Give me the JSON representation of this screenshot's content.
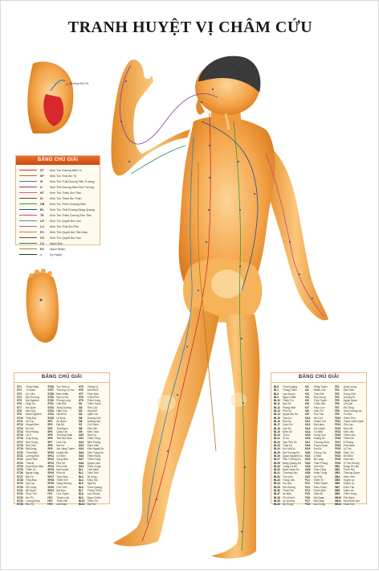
{
  "title": "TRANH HUYỆT VỊ CHÂM CỨU",
  "legend_top": {
    "heading": "BẢNG CHÚ GIẢI",
    "meridians": [
      {
        "code": "ST",
        "name": "Kinh Túc Dương Minh Vị",
        "color": "#d6282e"
      },
      {
        "code": "SP",
        "name": "Kinh Túc Thái Âm Tỳ",
        "color": "#b8741a"
      },
      {
        "code": "SI",
        "name": "Kinh Thủ Thái Dương Tiểu Trường",
        "color": "#2f7fb8"
      },
      {
        "code": "LI",
        "name": "Kinh Thủ Dương Minh Đại Trường",
        "color": "#7e3f98"
      },
      {
        "code": "HT",
        "name": "Kinh Thủ Thiếu Âm Tâm",
        "color": "#e05a8a"
      },
      {
        "code": "KI",
        "name": "Kinh Túc Thiếu Âm Thận",
        "color": "#6b4c2a"
      },
      {
        "code": "GB",
        "name": "Kinh Túc Thiếu Dương Đởm",
        "color": "#3a9a3a"
      },
      {
        "code": "BL",
        "name": "Kinh Túc Thái Dương Bàng Quang",
        "color": "#1f4fa0"
      },
      {
        "code": "TE",
        "name": "Kinh Thủ Thiếu Dương Tam Tiêu",
        "color": "#c24a8a"
      },
      {
        "code": "LR",
        "name": "Kinh Túc Quyết Âm Can",
        "color": "#4a9a8a"
      },
      {
        "code": "LU",
        "name": "Kinh Thủ Thái Âm Phế",
        "color": "#8a6ac0"
      },
      {
        "code": "PC",
        "name": "Kinh Thủ Quyết Âm Tâm Bào",
        "color": "#d07a30"
      },
      {
        "code": "GV",
        "name": "Kinh Túc Quyết Âm Can",
        "color": "#555555"
      },
      {
        "code": "CV",
        "name": "Mạch Đốc",
        "color": "#2a8a5a"
      },
      {
        "code": "EX",
        "name": "Mạch Nhâm",
        "color": "#8a8a2a"
      },
      {
        "code": "●",
        "name": "Kỳ Huyệt",
        "color": "#333333"
      }
    ]
  },
  "legend_left": {
    "heading": "BẢNG CHÚ GIẢI",
    "columns": [
      [
        {
          "code": "ST1",
          "name": "Thừa Khấp"
        },
        {
          "code": "ST2",
          "name": "Tứ Bạch"
        },
        {
          "code": "ST3",
          "name": "Cự Liêu"
        },
        {
          "code": "ST4",
          "name": "Địa Thương"
        },
        {
          "code": "ST5",
          "name": "Đại Nghênh"
        },
        {
          "code": "ST6",
          "name": "Giáp Xa"
        },
        {
          "code": "ST7",
          "name": "Hạ Quan"
        },
        {
          "code": "ST8",
          "name": "Đầu Duy"
        },
        {
          "code": "ST9",
          "name": "Nhân Nghênh"
        },
        {
          "code": "ST10",
          "name": "Thủy Đột"
        },
        {
          "code": "ST11",
          "name": "Khí Xá"
        },
        {
          "code": "ST12",
          "name": "Khuyết Bồn"
        },
        {
          "code": "ST13",
          "name": "Khí Hộ"
        },
        {
          "code": "ST14",
          "name": "Khố Phòng"
        },
        {
          "code": "ST15",
          "name": "Ốc Ế"
        },
        {
          "code": "ST16",
          "name": "Ưng Song"
        },
        {
          "code": "ST17",
          "name": "Nhũ Trung"
        },
        {
          "code": "ST18",
          "name": "Nhũ Căn"
        },
        {
          "code": "ST19",
          "name": "Bất Dung"
        },
        {
          "code": "ST20",
          "name": "Thừa Mãn"
        },
        {
          "code": "ST21",
          "name": "Lương Môn"
        },
        {
          "code": "ST22",
          "name": "Quan Môn"
        },
        {
          "code": "ST23",
          "name": "Thái Ất"
        },
        {
          "code": "ST24",
          "name": "Hoạt Nhục Môn"
        },
        {
          "code": "ST25",
          "name": "Thiên Xu"
        },
        {
          "code": "ST26",
          "name": "Ngoại Lăng"
        },
        {
          "code": "ST27",
          "name": "Đại Cự"
        },
        {
          "code": "ST28",
          "name": "Thủy Đạo"
        },
        {
          "code": "ST29",
          "name": "Quy Lai"
        },
        {
          "code": "ST30",
          "name": "Khí Xung"
        },
        {
          "code": "ST31",
          "name": "Bễ Quan"
        },
        {
          "code": "ST32",
          "name": "Phục Thố"
        },
        {
          "code": "ST33",
          "name": "Âm Thị"
        },
        {
          "code": "ST34",
          "name": "Lương Khâu"
        },
        {
          "code": "ST35",
          "name": "Độc Tỵ"
        }
      ],
      [
        {
          "code": "ST36",
          "name": "Túc Tam Lý"
        },
        {
          "code": "ST37",
          "name": "Thượng Cự Hư"
        },
        {
          "code": "ST38",
          "name": "Điều Khẩu"
        },
        {
          "code": "ST39",
          "name": "Hạ Cự Hư"
        },
        {
          "code": "ST40",
          "name": "Phong Long"
        },
        {
          "code": "ST41",
          "name": "Giải Khê"
        },
        {
          "code": "ST42",
          "name": "Xung Dương"
        },
        {
          "code": "ST43",
          "name": "Hãm Cốc"
        },
        {
          "code": "ST44",
          "name": "Nội Đình"
        },
        {
          "code": "ST45",
          "name": "Lệ Đoài"
        },
        {
          "code": "SP1",
          "name": "Ẩn Bạch"
        },
        {
          "code": "SP2",
          "name": "Đại Đô"
        },
        {
          "code": "SP3",
          "name": "Thái Bạch"
        },
        {
          "code": "SP4",
          "name": "Công Tôn"
        },
        {
          "code": "SP5",
          "name": "Thương Khâu"
        },
        {
          "code": "SP6",
          "name": "Tam Âm Giao"
        },
        {
          "code": "SP7",
          "name": "Lậu Cốc"
        },
        {
          "code": "SP8",
          "name": "Địa Cơ"
        },
        {
          "code": "SP9",
          "name": "Âm Lăng Tuyền"
        },
        {
          "code": "SP10",
          "name": "Huyết Hải"
        },
        {
          "code": "SP11",
          "name": "Cơ Môn"
        },
        {
          "code": "SP12",
          "name": "Xung Môn"
        },
        {
          "code": "SP13",
          "name": "Phủ Xá"
        },
        {
          "code": "SP14",
          "name": "Phúc Kết"
        },
        {
          "code": "SP15",
          "name": "Đại Hoành"
        },
        {
          "code": "SP16",
          "name": "Phúc Ai"
        },
        {
          "code": "SP17",
          "name": "Thực Đậu"
        },
        {
          "code": "SP18",
          "name": "Thiên Khê"
        },
        {
          "code": "SP19",
          "name": "Hung Hương"
        },
        {
          "code": "SP20",
          "name": "Chu Vinh"
        },
        {
          "code": "SP21",
          "name": "Đại Bao"
        },
        {
          "code": "HT1",
          "name": "Cực Tuyền"
        },
        {
          "code": "HT2",
          "name": "Thanh Linh"
        },
        {
          "code": "HT3",
          "name": "Thiếu Hải"
        },
        {
          "code": "HT4",
          "name": "Linh Đạo"
        }
      ],
      [
        {
          "code": "HT5",
          "name": "Thông Lý"
        },
        {
          "code": "HT6",
          "name": "Âm Khích"
        },
        {
          "code": "HT7",
          "name": "Thần Môn"
        },
        {
          "code": "HT8",
          "name": "Thiếu Phủ"
        },
        {
          "code": "HT9",
          "name": "Thiếu Xung"
        },
        {
          "code": "SI1",
          "name": "Thiếu Trạch"
        },
        {
          "code": "SI2",
          "name": "Tiền Cốc"
        },
        {
          "code": "SI3",
          "name": "Hậu Khê"
        },
        {
          "code": "SI4",
          "name": "Uyển Cốt"
        },
        {
          "code": "SI5",
          "name": "Dương Cốc"
        },
        {
          "code": "SI6",
          "name": "Dưỡng Lão"
        },
        {
          "code": "SI7",
          "name": "Chi Chính"
        },
        {
          "code": "SI8",
          "name": "Tiểu Hải"
        },
        {
          "code": "SI9",
          "name": "Kiên Trinh"
        },
        {
          "code": "SI10",
          "name": "Nhu Du"
        },
        {
          "code": "SI11",
          "name": "Thiên Tông"
        },
        {
          "code": "SI12",
          "name": "Bỉnh Phong"
        },
        {
          "code": "SI13",
          "name": "Khúc Viên"
        },
        {
          "code": "SI14",
          "name": "Kiên Ngoại Du"
        },
        {
          "code": "SI15",
          "name": "Kiên Trung Du"
        },
        {
          "code": "SI16",
          "name": "Thiên Song"
        },
        {
          "code": "SI17",
          "name": "Thiên Dung"
        },
        {
          "code": "SI18",
          "name": "Quyền Liêu"
        },
        {
          "code": "SI19",
          "name": "Thính Cung"
        },
        {
          "code": "BL1",
          "name": "Tình Minh"
        },
        {
          "code": "BL2",
          "name": "Toản Trúc"
        },
        {
          "code": "BL3",
          "name": "Mi Xung"
        },
        {
          "code": "BL4",
          "name": "Khúc Sai"
        },
        {
          "code": "BL5",
          "name": "Ngũ Xứ"
        },
        {
          "code": "BL6",
          "name": "Thừa Quang"
        },
        {
          "code": "BL7",
          "name": "Thông Thiên"
        },
        {
          "code": "BL8",
          "name": "Lạc Khước"
        },
        {
          "code": "BL9",
          "name": "Ngọc Chẩm"
        },
        {
          "code": "BL10",
          "name": "Thiên Trụ"
        },
        {
          "code": "BL11",
          "name": "Đại Trữ"
        }
      ]
    ]
  },
  "legend_right": {
    "heading": "BẢNG CHÚ GIẢI",
    "columns": [
      [
        {
          "code": "BL6",
          "name": "Thừa Quang"
        },
        {
          "code": "BL7",
          "name": "Thông Thiên"
        },
        {
          "code": "BL8",
          "name": "Lạc Khước"
        },
        {
          "code": "BL9",
          "name": "Ngọc Chẩm"
        },
        {
          "code": "BL10",
          "name": "Thiên Trụ"
        },
        {
          "code": "BL11",
          "name": "Đại Trữ"
        },
        {
          "code": "BL12",
          "name": "Phong Môn"
        },
        {
          "code": "BL13",
          "name": "Phế Du"
        },
        {
          "code": "BL14",
          "name": "Quyết Âm Du"
        },
        {
          "code": "BL15",
          "name": "Tâm Du"
        },
        {
          "code": "BL16",
          "name": "Đốc Du"
        },
        {
          "code": "BL17",
          "name": "Cách Du"
        },
        {
          "code": "BL18",
          "name": "Can Du"
        },
        {
          "code": "BL19",
          "name": "Đởm Du"
        },
        {
          "code": "BL20",
          "name": "Tỳ Du"
        },
        {
          "code": "BL21",
          "name": "Vị Du"
        },
        {
          "code": "BL22",
          "name": "Tam Tiêu Du"
        },
        {
          "code": "BL23",
          "name": "Thận Du"
        },
        {
          "code": "BL24",
          "name": "Khí Hải Du"
        },
        {
          "code": "BL25",
          "name": "Đại Trường Du"
        },
        {
          "code": "BL26",
          "name": "Quan Nguyên Du"
        },
        {
          "code": "BL27",
          "name": "Tiểu Trường Du"
        },
        {
          "code": "BL28",
          "name": "Bàng Quang Du"
        },
        {
          "code": "BL29",
          "name": "Trung Lữ Du"
        },
        {
          "code": "BL30",
          "name": "Bạch Hoàn Du"
        },
        {
          "code": "BL31",
          "name": "Thượng Liêu"
        },
        {
          "code": "BL32",
          "name": "Thứ Liêu"
        },
        {
          "code": "BL33",
          "name": "Trung Liêu"
        },
        {
          "code": "BL34",
          "name": "Hạ Liêu"
        },
        {
          "code": "BL35",
          "name": "Hội Dương"
        },
        {
          "code": "BL36",
          "name": "Thừa Phù"
        },
        {
          "code": "BL37",
          "name": "Ân Môn"
        },
        {
          "code": "BL38",
          "name": "Phù Khích"
        },
        {
          "code": "BL39",
          "name": "Ủy Dương"
        },
        {
          "code": "BL40",
          "name": "Ủy Trung"
        }
      ],
      [
        {
          "code": "KI1",
          "name": "Dũng Tuyền"
        },
        {
          "code": "KI2",
          "name": "Nhiên Cốc"
        },
        {
          "code": "KI3",
          "name": "Thái Khê"
        },
        {
          "code": "KI4",
          "name": "Đại Chung"
        },
        {
          "code": "KI5",
          "name": "Thủy Tuyền"
        },
        {
          "code": "KI6",
          "name": "Chiếu Hải"
        },
        {
          "code": "KI7",
          "name": "Phục Lưu"
        },
        {
          "code": "KI8",
          "name": "Giao Tín"
        },
        {
          "code": "KI9",
          "name": "Trúc Tân"
        },
        {
          "code": "KI10",
          "name": "Âm Cốc"
        },
        {
          "code": "KI11",
          "name": "Hoành Cốt"
        },
        {
          "code": "KI12",
          "name": "Đại Hách"
        },
        {
          "code": "KI13",
          "name": "Khí Huyệt"
        },
        {
          "code": "KI14",
          "name": "Tứ Mãn"
        },
        {
          "code": "KI15",
          "name": "Trung Chú"
        },
        {
          "code": "KI16",
          "name": "Hoang Du"
        },
        {
          "code": "KI17",
          "name": "Thương Khúc"
        },
        {
          "code": "KI18",
          "name": "Thạch Quan"
        },
        {
          "code": "KI19",
          "name": "Âm Đô"
        },
        {
          "code": "KI20",
          "name": "Thông Cốc"
        },
        {
          "code": "KI21",
          "name": "U Môn"
        },
        {
          "code": "KI22",
          "name": "Bộ Lang"
        },
        {
          "code": "KI23",
          "name": "Thần Phong"
        },
        {
          "code": "KI24",
          "name": "Linh Khư"
        },
        {
          "code": "KI25",
          "name": "Thần Tàng"
        },
        {
          "code": "KI26",
          "name": "Hoắc Trung"
        },
        {
          "code": "KI27",
          "name": "Du Phủ"
        },
        {
          "code": "PC1",
          "name": "Thiên Trì"
        },
        {
          "code": "PC2",
          "name": "Thiên Tuyền"
        },
        {
          "code": "PC3",
          "name": "Khúc Trạch"
        },
        {
          "code": "PC4",
          "name": "Khích Môn"
        },
        {
          "code": "PC5",
          "name": "Giản Sử"
        },
        {
          "code": "PC6",
          "name": "Nội Quan"
        },
        {
          "code": "PC7",
          "name": "Đại Lăng"
        },
        {
          "code": "PC8",
          "name": "Lao Cung"
        }
      ],
      [
        {
          "code": "TE1",
          "name": "Quan Xung"
        },
        {
          "code": "TE2",
          "name": "Dịch Môn"
        },
        {
          "code": "TE3",
          "name": "Trung Chử"
        },
        {
          "code": "TE4",
          "name": "Dương Trì"
        },
        {
          "code": "TE5",
          "name": "Ngoại Quan"
        },
        {
          "code": "TE6",
          "name": "Chi Câu"
        },
        {
          "code": "TE7",
          "name": "Hội Tông"
        },
        {
          "code": "TE8",
          "name": "Tam Dương Lạc"
        },
        {
          "code": "TE9",
          "name": "Tứ Độc"
        },
        {
          "code": "TE10",
          "name": "Thiên Tỉnh"
        },
        {
          "code": "TE11",
          "name": "Thanh Lãnh Uyên"
        },
        {
          "code": "TE12",
          "name": "Tiêu Lạc"
        },
        {
          "code": "TE13",
          "name": "Nhu Hội"
        },
        {
          "code": "TE14",
          "name": "Kiên Liêu"
        },
        {
          "code": "TE15",
          "name": "Thiên Liêu"
        },
        {
          "code": "TE16",
          "name": "Thiên Dũ"
        },
        {
          "code": "TE17",
          "name": "Ế Phong"
        },
        {
          "code": "TE18",
          "name": "Khế Mạch"
        },
        {
          "code": "TE19",
          "name": "Lô Tức"
        },
        {
          "code": "TE20",
          "name": "Giác Tôn"
        },
        {
          "code": "TE21",
          "name": "Nhĩ Môn"
        },
        {
          "code": "TE22",
          "name": "Hòa Liêu"
        },
        {
          "code": "TE23",
          "name": "Ti Trúc Không"
        },
        {
          "code": "GB1",
          "name": "Đồng Tử Liêu"
        },
        {
          "code": "GB2",
          "name": "Thính Hội"
        },
        {
          "code": "GB3",
          "name": "Thượng Quan"
        },
        {
          "code": "GB4",
          "name": "Hàm Yếm"
        },
        {
          "code": "GB5",
          "name": "Huyền Lư"
        },
        {
          "code": "GB6",
          "name": "Huyền Ly"
        },
        {
          "code": "GB7",
          "name": "Khúc Tân"
        },
        {
          "code": "GB8",
          "name": "Suất Cốc"
        },
        {
          "code": "GB9",
          "name": "Thiên Xung"
        },
        {
          "code": "GB10",
          "name": "Phù Bạch"
        },
        {
          "code": "GB11",
          "name": "Đầu Khiếu Âm"
        },
        {
          "code": "GB12",
          "name": "Hoàn Cốt"
        }
      ]
    ]
  },
  "inset_labels": [
    "Đường Kim Vô"
  ],
  "colors": {
    "skin": "#f4a54a",
    "skin_light": "#fbd28e",
    "skin_dark": "#d97a1c",
    "hair": "#3a3a3a",
    "heading_orange": "#e25f1f"
  }
}
